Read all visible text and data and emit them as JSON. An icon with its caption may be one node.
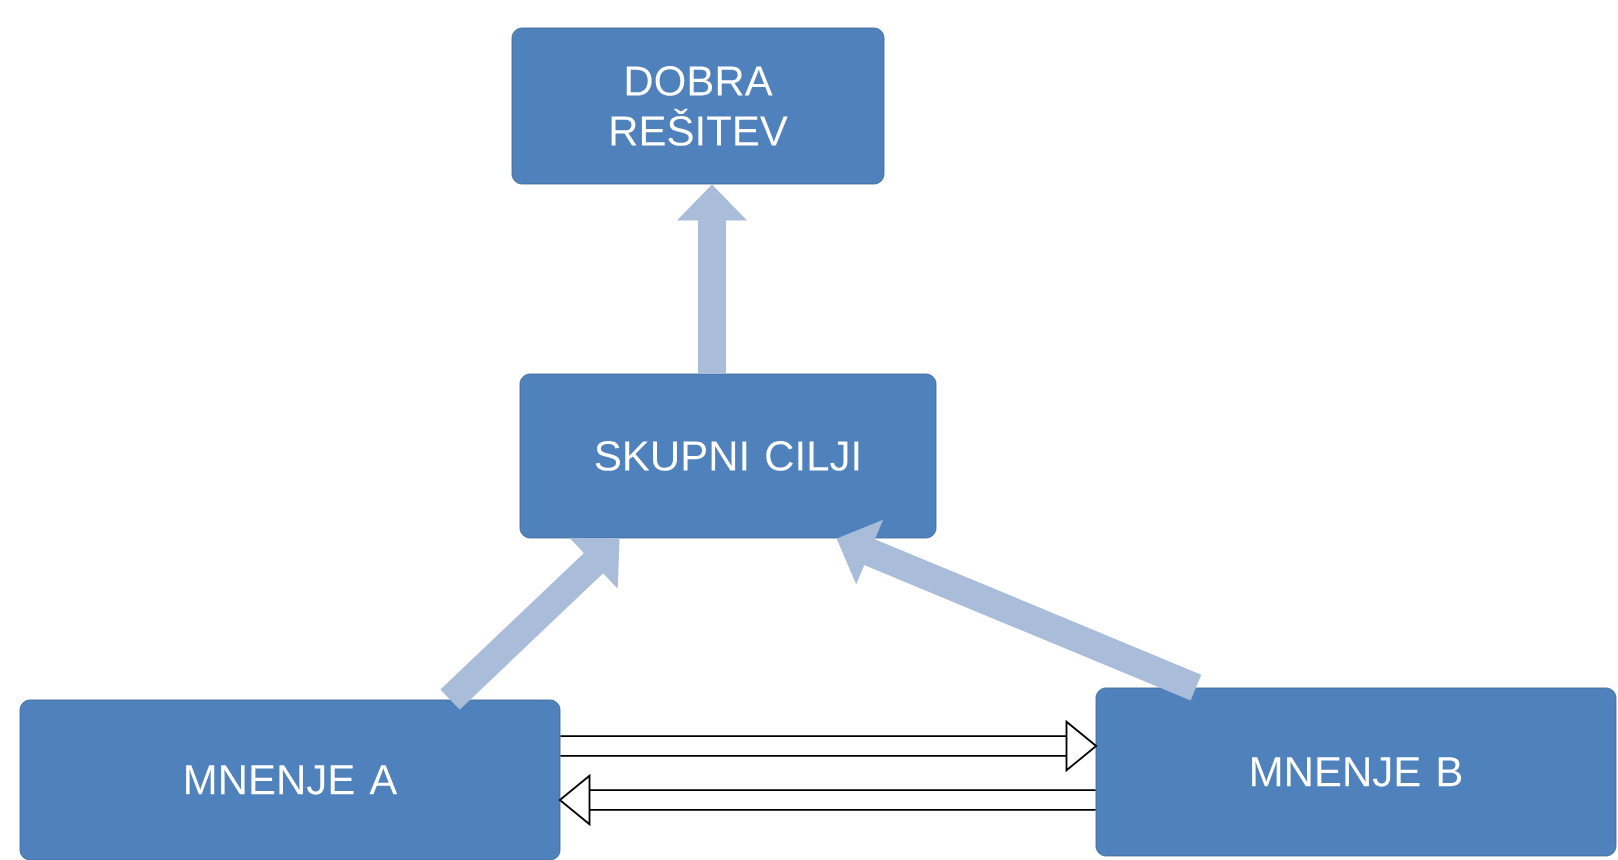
{
  "diagram": {
    "nodes": [
      {
        "text": [
          "DOBRA REŠITEV"
        ]
      },
      {
        "text": [
          "SKUPNI CILJI"
        ]
      },
      {
        "text": [
          "MNENJE A"
        ]
      },
      {
        "text": [
          "MNENJE B"
        ]
      }
    ],
    "edges": [
      {
        "from": 1,
        "to": 0,
        "arrow": "to",
        "color": "#a9bcd9"
      },
      {
        "from": 2,
        "to": 1,
        "arrow": "to",
        "color": "#a9bcd9"
      },
      {
        "from": 3,
        "to": 1,
        "arrow": "to",
        "color": "#a9bcd9"
      },
      {
        "from": 2,
        "to": 3,
        "arrow": "to",
        "color": "#000000"
      },
      {
        "from": 3,
        "to": 2,
        "arrow": "to",
        "color": "#000000"
      }
    ]
  }
}
